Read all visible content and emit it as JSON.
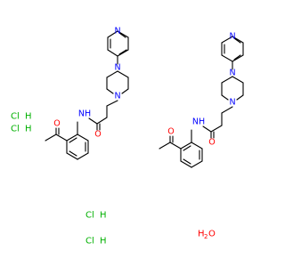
{
  "colors": {
    "bond": "#000000",
    "nitrogen": "#0000ff",
    "oxygen": "#ff0000",
    "chlorine": "#00b000",
    "background": "#ffffff"
  },
  "atoms": {
    "n": "N",
    "nh": "NH",
    "o": "O"
  },
  "salts": [
    {
      "cl": "Cl",
      "h": "H"
    },
    {
      "cl": "Cl",
      "h": "H"
    },
    {
      "cl": "Cl",
      "h": "H"
    },
    {
      "cl": "Cl",
      "h": "H"
    }
  ],
  "water": {
    "h": "H",
    "sub": "2",
    "o": "O"
  }
}
